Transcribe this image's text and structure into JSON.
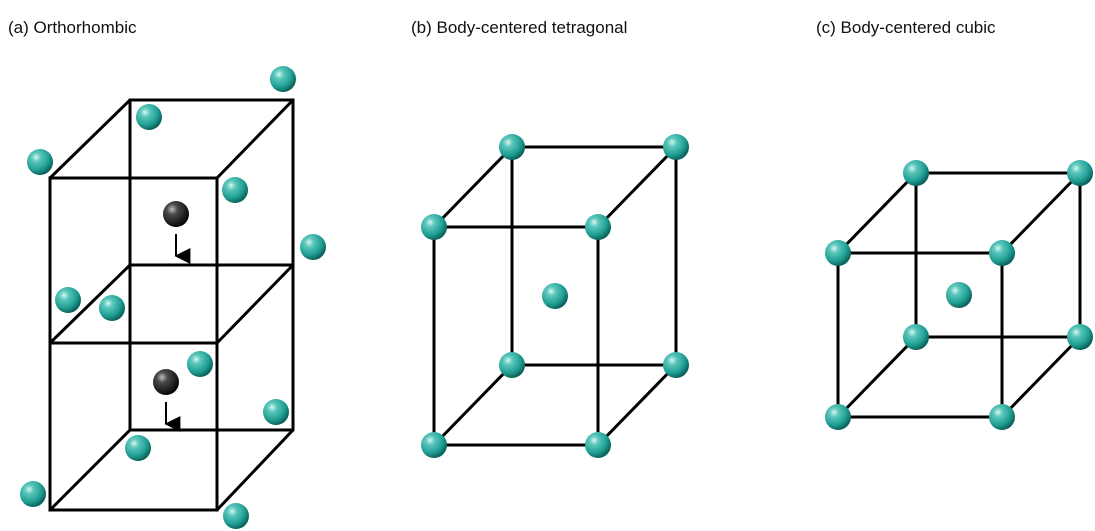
{
  "captions": {
    "a": "(a) Orthorhombic",
    "b": "(b) Body-centered tetragonal",
    "c": "(c) Body-centered cubic"
  },
  "colors": {
    "lattice_atom": "#1f9e93",
    "moving_atom": "#1a1a1a",
    "edge": "#000000",
    "background": "#ffffff"
  },
  "icons": {
    "lattice_atom": "teal-sphere-icon",
    "moving_atom": "black-sphere-icon",
    "displacement": "down-arrow-icon"
  }
}
